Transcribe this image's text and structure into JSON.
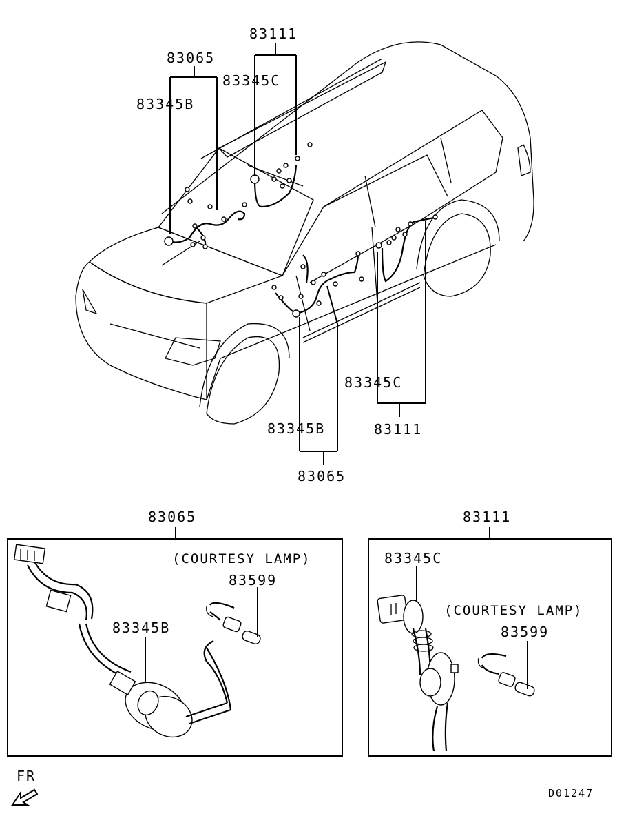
{
  "top_view": {
    "left_front": {
      "group_part": "83065",
      "sub_part": "83345B"
    },
    "left_mid": {
      "group_part": "83111",
      "sub_part": "83345C"
    },
    "right_front": {
      "group_part": "83065",
      "sub_part": "83345B"
    },
    "right_rear": {
      "group_part": "83111",
      "sub_part": "83345C"
    }
  },
  "detail_left": {
    "group_part": "83065",
    "title": "(COURTESY LAMP)",
    "bulb_part": "83599",
    "harness_part": "83345B"
  },
  "detail_right": {
    "group_part": "83111",
    "title": "(COURTESY LAMP)",
    "bulb_part": "83599",
    "harness_part": "83345C"
  },
  "orientation": {
    "label": "FR",
    "icon": "front-arrow-icon"
  },
  "diagram_code": "D01247"
}
